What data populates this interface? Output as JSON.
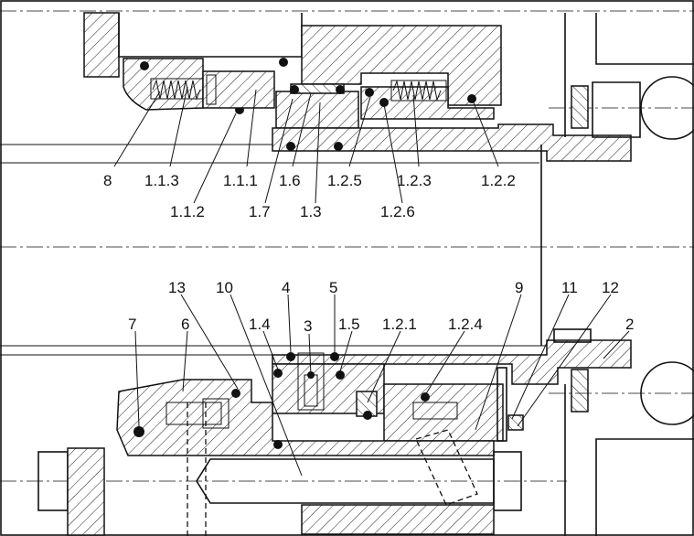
{
  "labels": {
    "l8": "8",
    "l113": "1.1.3",
    "l112": "1.1.2",
    "l111": "1.1.1",
    "l17": "1.7",
    "l16": "1.6",
    "l13": "1.3",
    "l125": "1.2.5",
    "l126": "1.2.6",
    "l123": "1.2.3",
    "l122": "1.2.2",
    "l7": "7",
    "l6": "6",
    "l13b": "13",
    "l10": "10",
    "l4": "4",
    "l14": "1.4",
    "l3": "3",
    "l5": "5",
    "l15": "1.5",
    "l121": "1.2.1",
    "l124": "1.2.4",
    "l9": "9",
    "l11": "11",
    "l12": "12",
    "l2": "2"
  }
}
